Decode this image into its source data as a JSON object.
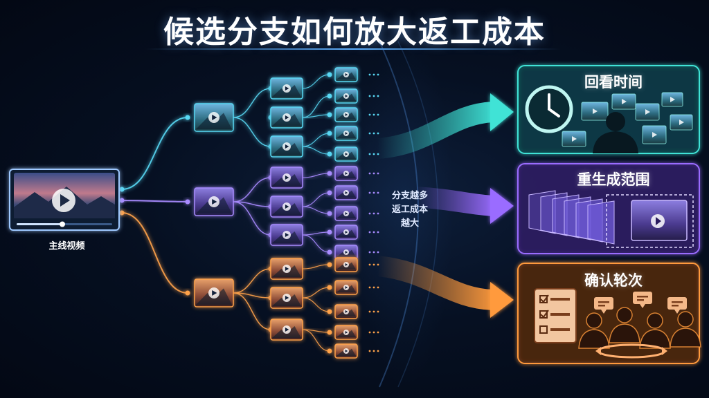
{
  "title": "候选分支如何放大返工成本",
  "main_video_label": "主线视频",
  "middle_label": [
    "分支越多",
    "返工成本",
    "越大"
  ],
  "panels": [
    {
      "title": "回看时间",
      "color": "#3fe3d6"
    },
    {
      "title": "重生成范围",
      "color": "#9a6cff"
    },
    {
      "title": "确认轮次",
      "color": "#ff9a3c"
    }
  ],
  "branch_colors": [
    "#58d8f4",
    "#a88bff",
    "#ffa24a"
  ],
  "icons": [
    "play-icon",
    "clock-icon",
    "checklist-icon",
    "chat-bubble-icon",
    "person-icon",
    "cycle-arrows-icon"
  ]
}
